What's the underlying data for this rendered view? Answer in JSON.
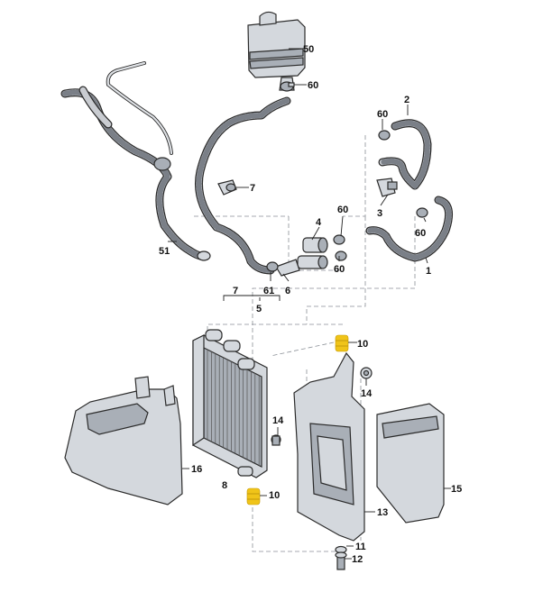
{
  "callouts": {
    "c1": "1",
    "c2": "2",
    "c3": "3",
    "c4": "4",
    "c5": "5",
    "c6": "6",
    "c7a": "7",
    "c7b": "7",
    "c8": "8",
    "c10a": "10",
    "c10b": "10",
    "c11": "11",
    "c12": "12",
    "c13": "13",
    "c14a": "14",
    "c14b": "14",
    "c15": "15",
    "c16": "16",
    "c50": "50",
    "c51": "51",
    "c60a": "60",
    "c60b": "60",
    "c60c": "60",
    "c60d": "60",
    "c60e": "60",
    "c61": "61"
  },
  "colors": {
    "highlight": "#f0c419",
    "part_fill": "#d4d8dd",
    "outline": "#2b2b2b"
  }
}
